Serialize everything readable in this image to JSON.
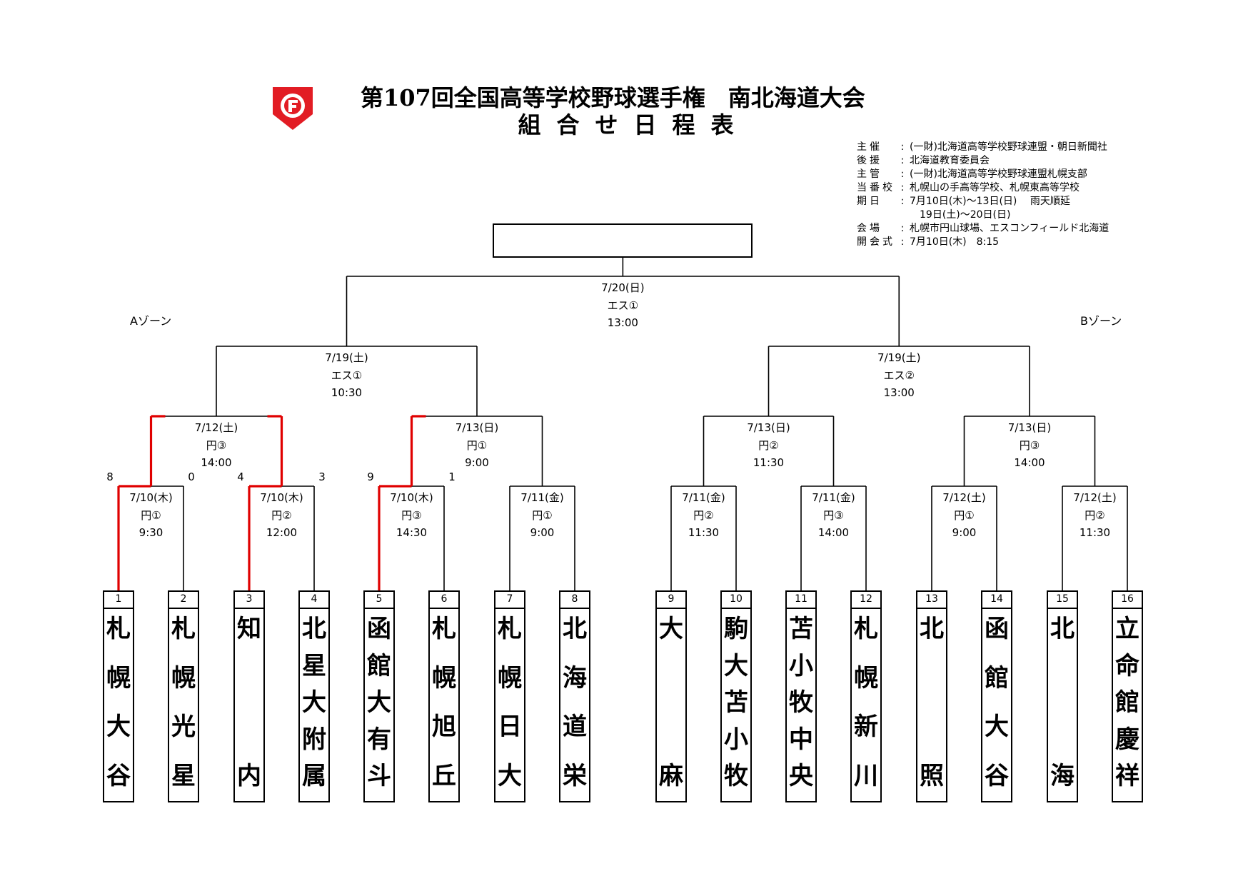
{
  "title_line1": "第107回全国高等学校野球選手権　南北海道大会",
  "title_line2": "組合せ日程表",
  "info": [
    {
      "key": "主催",
      "value": "(一財)北海道高等学校野球連盟・朝日新聞社"
    },
    {
      "key": "後援",
      "value": "北海道教育委員会"
    },
    {
      "key": "主管",
      "value": "(一財)北海道高等学校野球連盟札幌支部"
    },
    {
      "key": "当番校",
      "value": "札幌山の手高等学校、札幌東高等学校"
    },
    {
      "key": "期日",
      "value": "7月10日(木)～13日(日)　 雨天順延"
    },
    {
      "key": "",
      "value": "　19日(土)～20日(日)"
    },
    {
      "key": "会場",
      "value": "札幌市円山球場、エスコンフィールド北海道"
    },
    {
      "key": "開会式",
      "value": "7月10日(木)　8:15"
    }
  ],
  "zones": {
    "a": "Aゾーン",
    "b": "Bゾーン"
  },
  "final": {
    "date": "7/20(日)",
    "venue": "エス①",
    "time": "13:00"
  },
  "semis": [
    {
      "date": "7/19(土)",
      "venue": "エス①",
      "time": "10:30"
    },
    {
      "date": "7/19(土)",
      "venue": "エス②",
      "time": "13:00"
    }
  ],
  "quarters": [
    {
      "date": "7/12(土)",
      "venue": "円③",
      "time": "14:00"
    },
    {
      "date": "7/13(日)",
      "venue": "円①",
      "time": "9:00"
    },
    {
      "date": "7/13(日)",
      "venue": "円②",
      "time": "11:30"
    },
    {
      "date": "7/13(日)",
      "venue": "円③",
      "time": "14:00"
    }
  ],
  "first_round": [
    {
      "date": "7/10(木)",
      "venue": "円①",
      "time": "9:30"
    },
    {
      "date": "7/10(木)",
      "venue": "円②",
      "time": "12:00"
    },
    {
      "date": "7/10(木)",
      "venue": "円③",
      "time": "14:30"
    },
    {
      "date": "7/11(金)",
      "venue": "円①",
      "time": "9:00"
    },
    {
      "date": "7/11(金)",
      "venue": "円②",
      "time": "11:30"
    },
    {
      "date": "7/11(金)",
      "venue": "円③",
      "time": "14:00"
    },
    {
      "date": "7/12(土)",
      "venue": "円①",
      "time": "9:00"
    },
    {
      "date": "7/12(土)",
      "venue": "円②",
      "time": "11:30"
    }
  ],
  "scores": [
    {
      "a": "8",
      "b": "0"
    },
    {
      "a": "4",
      "b": "3"
    },
    {
      "a": "9",
      "b": "1"
    }
  ],
  "teams": [
    {
      "num": "1",
      "name": "札幌大谷"
    },
    {
      "num": "2",
      "name": "札幌光星"
    },
    {
      "num": "3",
      "name": "知内"
    },
    {
      "num": "4",
      "name": "北星大附属"
    },
    {
      "num": "5",
      "name": "函館大有斗"
    },
    {
      "num": "6",
      "name": "札幌旭丘"
    },
    {
      "num": "7",
      "name": "札幌日大"
    },
    {
      "num": "8",
      "name": "北海道栄"
    },
    {
      "num": "9",
      "name": "大麻"
    },
    {
      "num": "10",
      "name": "駒大苫小牧"
    },
    {
      "num": "11",
      "name": "苫小牧中央"
    },
    {
      "num": "12",
      "name": "札幌新川"
    },
    {
      "num": "13",
      "name": "北照"
    },
    {
      "num": "14",
      "name": "函館大谷"
    },
    {
      "num": "15",
      "name": "北海"
    },
    {
      "num": "16",
      "name": "立命館慶祥"
    }
  ],
  "colors": {
    "winner_line": "#e00000",
    "logo_red": "#e21c24"
  }
}
